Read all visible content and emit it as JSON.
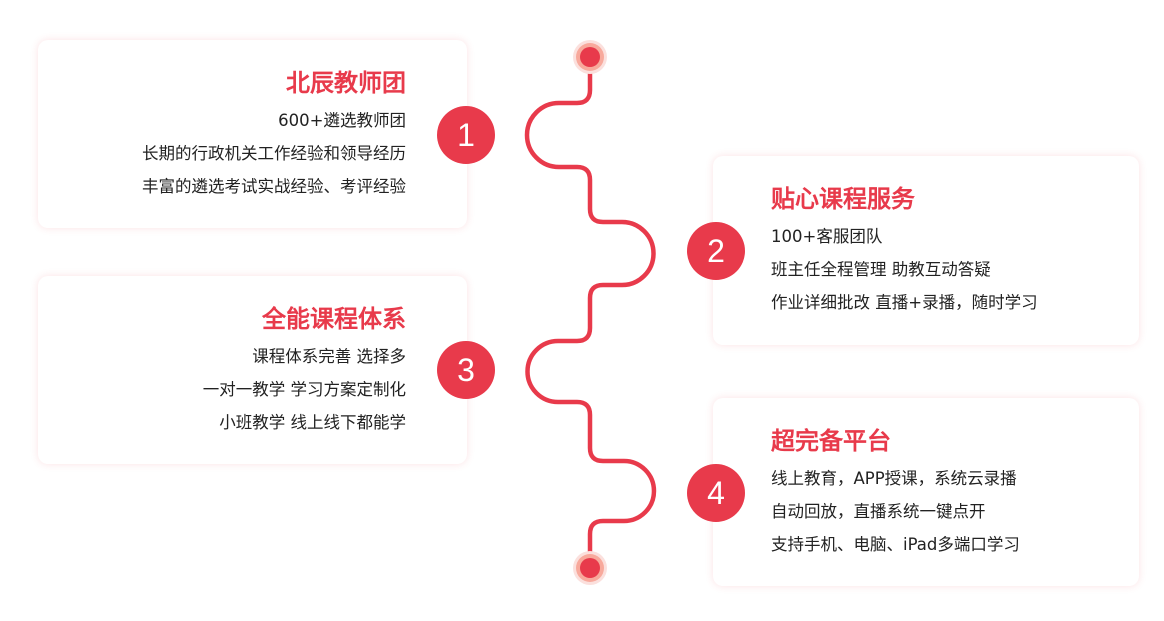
{
  "accent": "#e83a4b",
  "steps": [
    {
      "number": "1",
      "title": "北辰教师团",
      "lines": [
        "600+遴选教师团",
        "长期的行政机关工作经验和领导经历",
        "丰富的遴选考试实战经验、考评经验"
      ]
    },
    {
      "number": "2",
      "title": "贴心课程服务",
      "lines": [
        "100+客服团队",
        "班主任全程管理  助教互动答疑",
        "作业详细批改  直播+录播，随时学习"
      ]
    },
    {
      "number": "3",
      "title": "全能课程体系",
      "lines": [
        "课程体系完善 选择多",
        "一对一教学 学习方案定制化",
        "小班教学 线上线下都能学"
      ]
    },
    {
      "number": "4",
      "title": "超完备平台",
      "lines": [
        "线上教育，APP授课，系统云录播",
        "自动回放，直播系统一键点开",
        "支持手机、电脑、iPad多端口学习"
      ]
    }
  ]
}
